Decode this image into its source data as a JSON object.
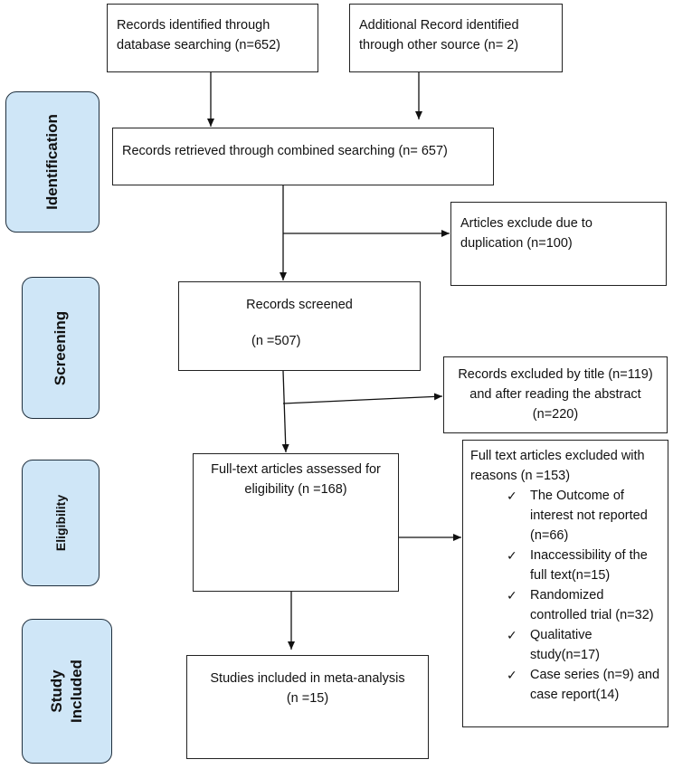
{
  "stages": {
    "identification": "Identification",
    "screening": "Screening",
    "eligibility": "Eligibility",
    "study_included": "Study\nIncluded"
  },
  "boxes": {
    "db_search": "Records identified through database searching (n=652)",
    "other_source": "Additional Record identified through other source (n= 2)",
    "combined": "Records retrieved through combined searching (n= 657)",
    "duplication": "Articles exclude due to duplication (n=100)",
    "screened_title": "Records screened",
    "screened_count": "(n =507)",
    "excluded_title": "Records excluded by title (n=119) and after reading the abstract (n=220)",
    "fulltext_assessed": "Full-text articles assessed for eligibility (n =168)",
    "fulltext_excluded_header": "Full text articles excluded with reasons (n =153)",
    "fulltext_excluded_reasons": [
      "The Outcome of interest not reported (n=66)",
      "Inaccessibility of  the full text(n=15)",
      "Randomized controlled trial (n=32)",
      "Qualitative study(n=17)",
      "Case series (n=9) and case report(14)"
    ],
    "included_title": "Studies included in meta-analysis",
    "included_count": "(n =15)"
  }
}
